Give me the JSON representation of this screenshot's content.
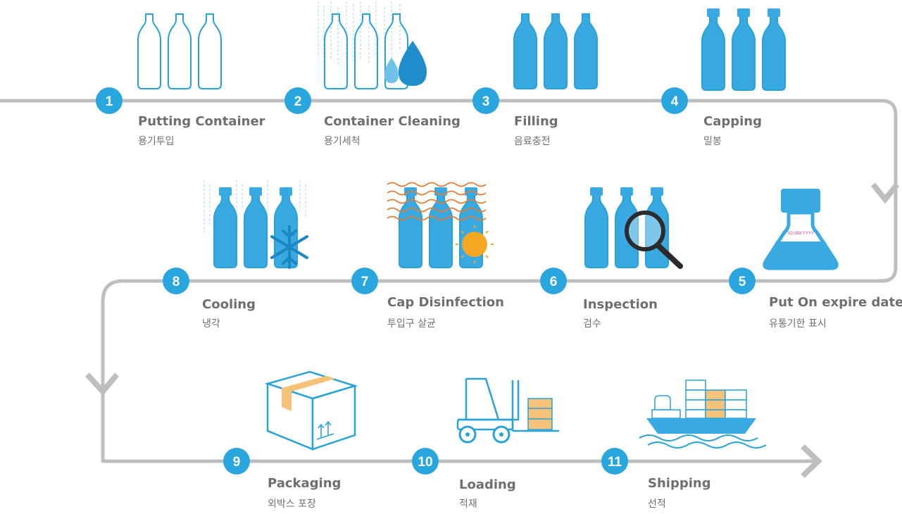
{
  "colors": {
    "track": "#bcbec0",
    "badge": "#2aa6de",
    "bottle_fill": "#39a9e1",
    "bottle_outline": "#29a3d6",
    "text": "#6d6f72",
    "accent_orange": "#f5a623",
    "wave": "#e07f3a",
    "box_tape": "#f6c27a"
  },
  "steps": [
    {
      "num": "1",
      "title": "Putting Container",
      "ko": "용기투입",
      "icon": "empty-bottles-icon"
    },
    {
      "num": "2",
      "title": "Container Cleaning",
      "ko": "용기세척",
      "icon": "cleaning-bottles-icon"
    },
    {
      "num": "3",
      "title": "Filling",
      "ko": "음료충전",
      "icon": "filled-bottles-icon"
    },
    {
      "num": "4",
      "title": "Capping",
      "ko": "밀봉",
      "icon": "capped-bottles-icon"
    },
    {
      "num": "5",
      "title": "Put On expire date",
      "ko": "유통기한 표시",
      "icon": "expiry-bottle-icon"
    },
    {
      "num": "6",
      "title": "Inspection",
      "ko": "검수",
      "icon": "inspection-icon"
    },
    {
      "num": "7",
      "title": "Cap Disinfection",
      "ko": "투입구 살균",
      "icon": "disinfection-icon"
    },
    {
      "num": "8",
      "title": "Cooling",
      "ko": "냉각",
      "icon": "cooling-icon"
    },
    {
      "num": "9",
      "title": "Packaging",
      "ko": "외박스 포장",
      "icon": "box-icon"
    },
    {
      "num": "10",
      "title": "Loading",
      "ko": "적재",
      "icon": "forklift-icon"
    },
    {
      "num": "11",
      "title": "Shipping",
      "ko": "선적",
      "icon": "ship-icon"
    }
  ],
  "expiry_label": "SD.MM.YYYY"
}
